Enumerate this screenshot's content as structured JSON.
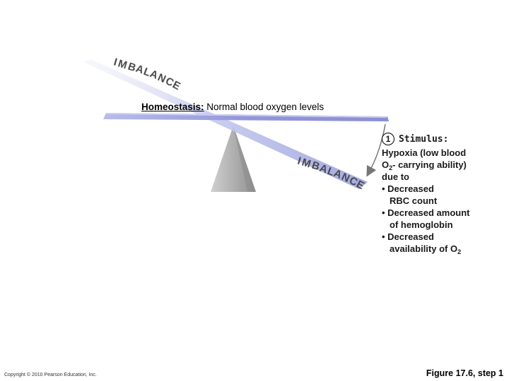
{
  "diagram": {
    "imbalance_top": [
      "I",
      "M",
      "B",
      "A",
      "L",
      "A",
      "N",
      "C",
      "E"
    ],
    "imbalance_bottom": [
      "I",
      "M",
      "B",
      "A",
      "L",
      "A",
      "N",
      "C",
      "E"
    ],
    "title_lead": "Homeostasis:",
    "title_rest": " Normal blood oxygen levels",
    "step_number": "1",
    "stimulus_label": "Stimulus:",
    "stimulus_lines": {
      "l1": "Hypoxia (low blood",
      "l2a": "O",
      "l2sub": "2",
      "l2b": "- carrying ability)",
      "l3": "due to",
      "b1": "• Decreased",
      "b1c": "RBC count",
      "b2": "• Decreased amount",
      "b2c": "of hemoglobin",
      "b3": "• Decreased",
      "b3ca": "availability of O",
      "b3sub": "2"
    },
    "colors": {
      "beam_light": "#d9dcf3",
      "beam_dark": "#8a8fd2",
      "fulcrum": "#a9a9a9",
      "arrow": "#777777"
    }
  },
  "footer": {
    "copyright": "Copyright © 2010 Pearson Education, Inc.",
    "figure": "Figure 17.6, step 1"
  }
}
